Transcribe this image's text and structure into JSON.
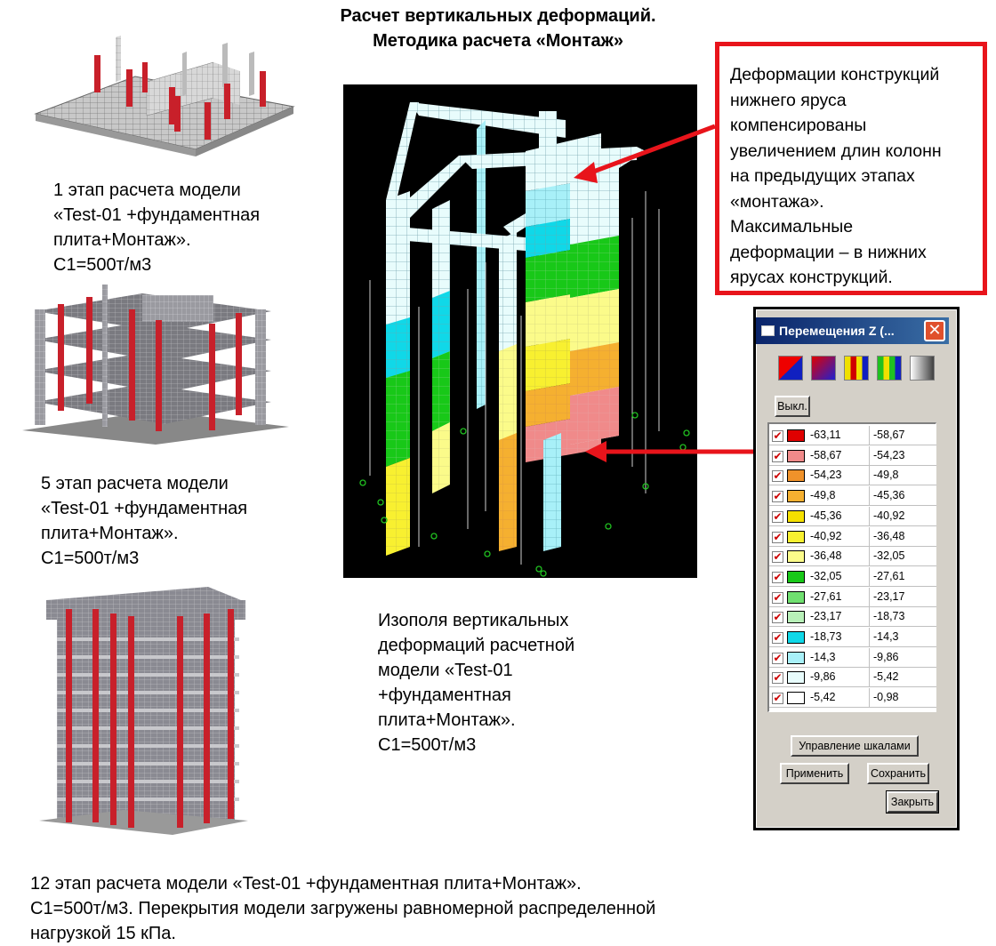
{
  "title": {
    "line1": "Расчет вертикальных деформаций.",
    "line2": "Методика расчета «Монтаж»"
  },
  "captions": {
    "stage1": [
      "1 этап расчета модели",
      "«Test-01 +фундаментная",
      "плита+Монтаж».",
      "С1=500т/м3"
    ],
    "stage5": [
      "5 этап расчета модели",
      "«Test-01 +фундаментная",
      "плита+Монтаж».",
      "С1=500т/м3"
    ],
    "isofield": [
      "Изополя вертикальных",
      "деформаций  расчетной",
      "модели «Test-01",
      "+фундаментная",
      "плита+Монтаж».",
      "С1=500т/м3"
    ],
    "stage12": [
      "12 этап расчета модели «Test-01 +фундаментная плита+Монтаж».",
      "С1=500т/м3. Перекрытия модели загружены равномерной распределенной",
      "нагрузкой 15 кПа."
    ]
  },
  "callout": {
    "lines": [
      "Деформации конструкций",
      "нижнего яруса",
      "компенсированы",
      "увеличением длин колонн",
      "на предыдущих этапах",
      "«монтажа».",
      "Максимальные",
      "деформации – в нижних",
      "ярусах конструкций."
    ]
  },
  "colors": {
    "callout_border": "#e8141b",
    "arrow": "#e8141b",
    "column_red": "#c8202a"
  },
  "window": {
    "title": "Перемещения Z (...",
    "close_icon": "close-icon",
    "palettes": [
      "palette-red-blue-diagonal",
      "palette-red-blue-gradient",
      "palette-stripes-yellow-red-blue",
      "palette-stripes-green-yellow-blue",
      "palette-gray"
    ],
    "off_button": "Выкл.",
    "buttons": {
      "manage_scales": "Управление шкалами",
      "apply": "Применить",
      "save": "Сохранить",
      "close": "Закрыть"
    },
    "legend": [
      {
        "from": "-63,11",
        "to": "-58,67",
        "color": "#e00000"
      },
      {
        "from": "-58,67",
        "to": "-54,23",
        "color": "#f08a8a"
      },
      {
        "from": "-54,23",
        "to": "-49,8",
        "color": "#f0922a"
      },
      {
        "from": "-49,8",
        "to": "-45,36",
        "color": "#f5b030"
      },
      {
        "from": "-45,36",
        "to": "-40,92",
        "color": "#f5e000"
      },
      {
        "from": "-40,92",
        "to": "-36,48",
        "color": "#f8f030"
      },
      {
        "from": "-36,48",
        "to": "-32,05",
        "color": "#fbfb8a"
      },
      {
        "from": "-32,05",
        "to": "-27,61",
        "color": "#18c818"
      },
      {
        "from": "-27,61",
        "to": "-23,17",
        "color": "#70e070"
      },
      {
        "from": "-23,17",
        "to": "-18,73",
        "color": "#b8f0b8"
      },
      {
        "from": "-18,73",
        "to": "-14,3",
        "color": "#10d8e8"
      },
      {
        "from": "-14,3",
        "to": "-9,86",
        "color": "#a8f0f8"
      },
      {
        "from": "-9,86",
        "to": "-5,42",
        "color": "#e8fcfc"
      },
      {
        "from": "-5,42",
        "to": "-0,98",
        "color": "#ffffff"
      }
    ]
  }
}
